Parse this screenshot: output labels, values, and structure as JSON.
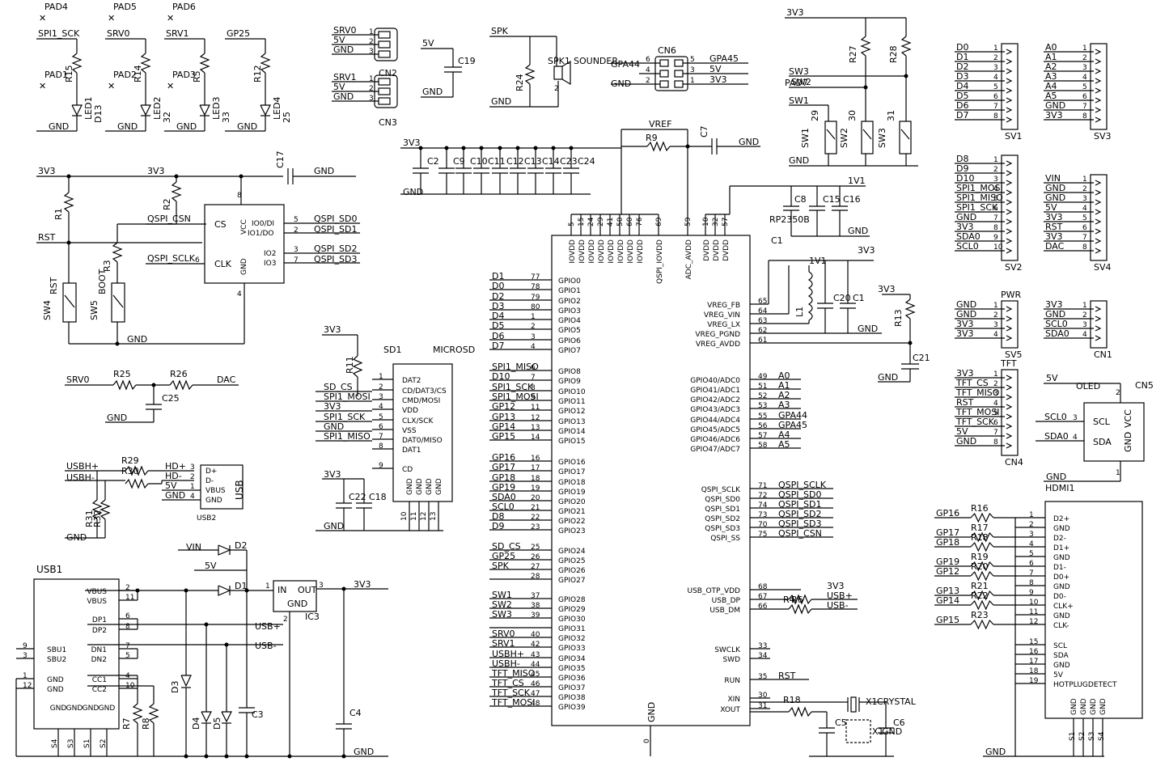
{
  "mcu": {
    "name": "RP2350B",
    "left_pins": [
      {
        "net": "D1",
        "pin": "77",
        "name": "GPIO0"
      },
      {
        "net": "D0",
        "pin": "78",
        "name": "GPIO1"
      },
      {
        "net": "D2",
        "pin": "79",
        "name": "GPIO2"
      },
      {
        "net": "D3",
        "pin": "80",
        "name": "GPIO3"
      },
      {
        "net": "D4",
        "pin": "1",
        "name": "GPIO4"
      },
      {
        "net": "D5",
        "pin": "2",
        "name": "GPIO5"
      },
      {
        "net": "D6",
        "pin": "3",
        "name": "GPIO6"
      },
      {
        "net": "D7",
        "pin": "4",
        "name": "GPIO7"
      },
      {
        "net": "SPI1_MISO",
        "pin": "6",
        "name": "GPIO8"
      },
      {
        "net": "D10",
        "pin": "7",
        "name": "GPIO9"
      },
      {
        "net": "SPI1_SCK",
        "pin": "8",
        "name": "GPIO10"
      },
      {
        "net": "SPI1_MOSI",
        "pin": "9",
        "name": "GPIO11"
      },
      {
        "net": "GP12",
        "pin": "11",
        "name": "GPIO12"
      },
      {
        "net": "GP13",
        "pin": "12",
        "name": "GPIO13"
      },
      {
        "net": "GP14",
        "pin": "13",
        "name": "GPIO14"
      },
      {
        "net": "GP15",
        "pin": "14",
        "name": "GPIO15"
      },
      {
        "net": "GP16",
        "pin": "16",
        "name": "GPIO16"
      },
      {
        "net": "GP17",
        "pin": "17",
        "name": "GPIO17"
      },
      {
        "net": "GP18",
        "pin": "18",
        "name": "GPIO18"
      },
      {
        "net": "GP19",
        "pin": "19",
        "name": "GPIO19"
      },
      {
        "net": "SDA0",
        "pin": "20",
        "name": "GPIO20"
      },
      {
        "net": "SCL0",
        "pin": "21",
        "name": "GPIO21"
      },
      {
        "net": "D8",
        "pin": "22",
        "name": "GPIO22"
      },
      {
        "net": "D9",
        "pin": "23",
        "name": "GPIO23"
      },
      {
        "net": "SD_CS",
        "pin": "25",
        "name": "GPIO24"
      },
      {
        "net": "GP25",
        "pin": "26",
        "name": "GPIO25"
      },
      {
        "net": "SPK",
        "pin": "27",
        "name": "GPIO26"
      },
      {
        "net": "",
        "pin": "28",
        "name": "GPIO27"
      },
      {
        "net": "SW1",
        "pin": "37",
        "name": "GPIO28"
      },
      {
        "net": "SW2",
        "pin": "38",
        "name": "GPIO29"
      },
      {
        "net": "SW3",
        "pin": "39",
        "name": "GPIO30"
      },
      {
        "net": "",
        "pin": "",
        "name": "GPIO31"
      },
      {
        "net": "SRV0",
        "pin": "40",
        "name": "GPIO32"
      },
      {
        "net": "SRV1",
        "pin": "42",
        "name": "GPIO33"
      },
      {
        "net": "USBH+",
        "pin": "43",
        "name": "GPIO34"
      },
      {
        "net": "USBH-",
        "pin": "44",
        "name": "GPIO35"
      },
      {
        "net": "TFT_MISO",
        "pin": "45",
        "name": "GPIO36"
      },
      {
        "net": "TFT_CS",
        "pin": "46",
        "name": "GPIO37"
      },
      {
        "net": "TFT_SCK",
        "pin": "47",
        "name": "GPIO38"
      },
      {
        "net": "TFT_MOSI",
        "pin": "48",
        "name": "GPIO39"
      }
    ],
    "right_adc": [
      {
        "net": "A0",
        "pin": "49",
        "name": "GPIO40/ADC0"
      },
      {
        "net": "A1",
        "pin": "51",
        "name": "GPIO41/ADC1"
      },
      {
        "net": "A2",
        "pin": "52",
        "name": "GPIO42/ADC2"
      },
      {
        "net": "A3",
        "pin": "53",
        "name": "GPIO43/ADC3"
      },
      {
        "net": "GPA44",
        "pin": "55",
        "name": "GPIO44/ADC4"
      },
      {
        "net": "GPA45",
        "pin": "56",
        "name": "GPIO45/ADC5"
      },
      {
        "net": "A4",
        "pin": "57",
        "name": "GPIO46/ADC6"
      },
      {
        "net": "A5",
        "pin": "58",
        "name": "GPIO47/ADC7"
      }
    ],
    "right_qspi": [
      {
        "net": "QSPI_SCLK",
        "pin": "71",
        "name": "QSPI_SCLK"
      },
      {
        "net": "QSPI_SD0",
        "pin": "72",
        "name": "QSPI_SD0"
      },
      {
        "net": "QSPI_SD1",
        "pin": "74",
        "name": "QSPI_SD1"
      },
      {
        "net": "QSPI_SD2",
        "pin": "73",
        "name": "QSPI_SD2"
      },
      {
        "net": "QSPI_SD3",
        "pin": "70",
        "name": "QSPI_SD3"
      },
      {
        "net": "QSPI_CSN",
        "pin": "75",
        "name": "QSPI_SS"
      }
    ],
    "right_vreg": [
      {
        "pin": "65",
        "name": "VREG_FB"
      },
      {
        "pin": "64",
        "name": "VREG_VIN"
      },
      {
        "pin": "63",
        "name": "VREG_LX"
      },
      {
        "pin": "62",
        "name": "VREG_PGND"
      },
      {
        "pin": "61",
        "name": "VREG_AVDD"
      }
    ],
    "right_usb": [
      {
        "net": "3V3",
        "pin": "68",
        "name": "USB_OTP_VDD"
      },
      {
        "net": "USB+",
        "pin": "67",
        "name": "USB_DP"
      },
      {
        "net": "USB-",
        "pin": "66",
        "name": "USB_DM"
      }
    ],
    "right_misc": [
      {
        "net": "",
        "pin": "33",
        "name": "SWCLK"
      },
      {
        "net": "",
        "pin": "34",
        "name": "SWD"
      },
      {
        "net": "RST",
        "pin": "35",
        "name": "RUN"
      },
      {
        "net": "",
        "pin": "30",
        "name": "XIN"
      },
      {
        "net": "",
        "pin": "31",
        "name": "XOUT"
      }
    ],
    "top_pins": [
      {
        "pin": "5",
        "name": "IOVDD"
      },
      {
        "pin": "15",
        "name": "IOVDD"
      },
      {
        "pin": "24",
        "name": "IOVDD"
      },
      {
        "pin": "29",
        "name": "IOVDD"
      },
      {
        "pin": "41",
        "name": "IOVDD"
      },
      {
        "pin": "50",
        "name": "IOVDD"
      },
      {
        "pin": "60",
        "name": "IOVDD"
      },
      {
        "pin": "76",
        "name": "IOVDD"
      },
      {
        "pin": "69",
        "name": "QSPI_IOVDD"
      },
      {
        "pin": "59",
        "name": "ADC_AVDD"
      },
      {
        "pin": "10",
        "name": "DVDD"
      },
      {
        "pin": "32",
        "name": "DVDD"
      },
      {
        "pin": "57",
        "name": "DVDD"
      }
    ],
    "gnd_label": "GND",
    "gnd_pin": "0"
  },
  "leds": [
    {
      "top": "PAD4",
      "net": "SPI1_SCK",
      "pad": "PAD1",
      "r": "R15",
      "led": "LED1",
      "num": "D13",
      "gnd": "GND"
    },
    {
      "top": "PAD5",
      "net": "SRV0",
      "pad": "PAD2",
      "r": "R14",
      "led": "LED2",
      "num": "32",
      "gnd": "GND"
    },
    {
      "top": "PAD6",
      "net": "SRV1",
      "pad": "PAD3",
      "r": "R5",
      "led": "LED3",
      "num": "33",
      "gnd": "GND"
    },
    {
      "top": "",
      "net": "GP25",
      "pad": "",
      "r": "R12",
      "led": "LED4",
      "num": "25",
      "gnd": "GND"
    }
  ],
  "servo_headers": [
    {
      "name": "CN2",
      "nets": [
        "SRV0",
        "5V",
        "GND"
      ],
      "pins": [
        "1",
        "2",
        "3"
      ]
    },
    {
      "name": "CN3",
      "nets": [
        "SRV1",
        "5V",
        "GND"
      ],
      "pins": [
        "1",
        "2",
        "3"
      ]
    }
  ],
  "c19": {
    "name": "C19",
    "vcc": "5V",
    "gnd": "GND"
  },
  "speaker": {
    "net": "SPK",
    "r": "R24",
    "name": "SPK1",
    "label": "SOUNDER",
    "gnd": "GND",
    "pins": [
      "1",
      "2"
    ]
  },
  "cn6": {
    "name": "CN6",
    "left_nets": [
      "GPA44",
      "",
      "GND"
    ],
    "left_pins": [
      "6",
      "4",
      "2"
    ],
    "right_nets": [
      "GPA45",
      "5V",
      "3V3"
    ],
    "right_pins": [
      "5",
      "3",
      "1"
    ]
  },
  "decoupling": {
    "rail": "3V3",
    "gnd": "GND",
    "caps": [
      "C2",
      "C9",
      "C10",
      "C11",
      "C12",
      "C13",
      "C14",
      "C23",
      "C24"
    ]
  },
  "vref": {
    "net": "VREF",
    "r": "R9",
    "c": "C7",
    "gnd": "GND"
  },
  "switches": {
    "rail": "3V3",
    "nets": [
      "SW3",
      "SW2",
      "SW1"
    ],
    "pad": "PAD7",
    "gnd": "GND",
    "items": [
      {
        "name": "SW1",
        "r": "R27",
        "num": "29"
      },
      {
        "name": "SW2",
        "r": "R28",
        "num": "30"
      },
      {
        "name": "SW3",
        "r": "",
        "num": "31"
      }
    ],
    "pins": [
      "1",
      "2",
      "3",
      "4"
    ]
  },
  "dvdd": {
    "net": "1V1",
    "caps": [
      "C8",
      "C15",
      "C16"
    ],
    "gnd": "GND",
    "chip": "RP2350B",
    "c1": "C1"
  },
  "vreg": {
    "rail": "3V3",
    "inductor": "L1",
    "net": "1V1",
    "caps": [
      "C20",
      "C1"
    ],
    "gnd": "GND",
    "r": "R13",
    "c21": "C21",
    "gnd2": "GND",
    "rail2": "3V3"
  },
  "flash": {
    "rail": "3V3",
    "r1": "R1",
    "r2": "R2",
    "r3": "R3",
    "c17": "C17",
    "gnd": "GND",
    "rst": "RST",
    "csn": "QSPI_CSN",
    "sclk": "QSPI_SCLK",
    "pins_left": [
      "CS",
      "CLK"
    ],
    "vcc": "VCC",
    "gndp": "GND",
    "io": [
      "IO0/DI",
      "IO1/DO",
      "IO2",
      "IO3"
    ],
    "nets": [
      "QSPI_SD0",
      "QSPI_SD1",
      "QSPI_SD2",
      "QSPI_SD3"
    ],
    "nums": [
      "5",
      "2",
      "3",
      "7"
    ],
    "top": "8",
    "bot": "4",
    "clk": "6",
    "sw4": "SW4",
    "sw4lab": "RST",
    "sw5": "SW5",
    "sw5lab": "BOOT",
    "gnd2": "GND",
    "swpins": [
      "1",
      "2",
      "3",
      "4"
    ]
  },
  "dac": {
    "in": "SRV0",
    "r1": "R25",
    "r2": "R26",
    "out": "DAC",
    "c": "C25",
    "gnd": "GND"
  },
  "usbh": {
    "p": "USBH+",
    "m": "USBH-",
    "r29": "R29",
    "r30": "R30",
    "r31": "R31",
    "r32": "R32",
    "gnd": "GND",
    "name": "USB",
    "sub": "USB2",
    "nets": [
      "HD+",
      "HD-",
      "5V",
      "GND"
    ],
    "pins": [
      "3",
      "2",
      "1",
      "4"
    ],
    "labels": [
      "D+",
      "D-",
      "VBUS",
      "GND"
    ]
  },
  "sd": {
    "name": "SD1",
    "label": "MICROSD",
    "rail": "3V3",
    "r": "R11",
    "gnd": "GND",
    "c22": "C22",
    "c18": "C18",
    "nets": [
      "SD_CS",
      "SPI1_MOSI",
      "3V3",
      "SPI1_SCK",
      "GND",
      "SPI1_MISO"
    ],
    "pins": [
      "1",
      "2",
      "3",
      "4",
      "5",
      "6",
      "7",
      "8",
      "9"
    ],
    "labels": [
      "DAT2",
      "CD/DAT3/CS",
      "CMD/MOSI",
      "VDD",
      "CLX/SCK",
      "VSS",
      "DAT0/MISO",
      "DAT1",
      "CD"
    ],
    "gnds": [
      "GND",
      "GND",
      "GND",
      "GND"
    ],
    "gnd_pins": [
      "10",
      "11",
      "12",
      "13"
    ]
  },
  "power": {
    "vin": "VIN",
    "d2": "D2",
    "five": "5V",
    "d1": "D1",
    "ic": "IC3",
    "in": "IN",
    "out": "OUT",
    "gndp": "GND",
    "rail": "3V3",
    "c3": "C3",
    "c4": "C4",
    "gnd": "GND",
    "usbp": "USB+",
    "usbm": "USB-",
    "d3": "D3",
    "d4": "D4",
    "d5": "D5",
    "r7": "R7",
    "r8": "R8",
    "pins": [
      "1",
      "3",
      "2"
    ]
  },
  "usb1": {
    "name": "USB1",
    "right": [
      {
        "l": "VBUS",
        "p": "2"
      },
      {
        "l": "VBUS",
        "p": "11"
      },
      {
        "l": "DP1",
        "p": "6"
      },
      {
        "l": "DP2",
        "p": "8"
      },
      {
        "l": "DN1",
        "p": "7"
      },
      {
        "l": "DN2",
        "p": "5"
      },
      {
        "l": "CC1",
        "p": "4"
      },
      {
        "l": "CC2",
        "p": "10"
      }
    ],
    "left": [
      {
        "l": "SBU1",
        "p": "9"
      },
      {
        "l": "SBU2",
        "p": "3"
      },
      {
        "l": "GND",
        "p": "1"
      },
      {
        "l": "GND",
        "p": "12"
      }
    ],
    "bottom": [
      "GND",
      "GND",
      "GND",
      "GND"
    ],
    "shield": [
      "S4",
      "S3",
      "S1",
      "S2"
    ]
  },
  "headers_right": {
    "sv1": {
      "name": "SV1",
      "nets": [
        "D0",
        "D1",
        "D2",
        "D3",
        "D4",
        "D5",
        "D6",
        "D7"
      ]
    },
    "sv3": {
      "name": "SV3",
      "nets": [
        "A0",
        "A1",
        "A2",
        "A3",
        "A4",
        "A5",
        "GND",
        "3V3"
      ]
    },
    "sv2": {
      "name": "SV2",
      "nets": [
        "D8",
        "D9",
        "D10",
        "SPI1_MOSI",
        "SPI1_MISO",
        "SPI1_SCK",
        "GND",
        "3V3",
        "SDA0",
        "SCL0"
      ]
    },
    "sv4": {
      "name": "SV4",
      "nets": [
        "VIN",
        "GND",
        "GND",
        "5V",
        "3V3",
        "RST",
        "3V3",
        "DAC"
      ]
    },
    "sv5": {
      "name": "SV5",
      "label": "PWR",
      "nets": [
        "GND",
        "GND",
        "3V3",
        "3V3"
      ]
    },
    "cn1": {
      "name": "CN1",
      "nets": [
        "3V3",
        "GND",
        "SCL0",
        "SDA0"
      ]
    },
    "cn4": {
      "name": "CN4",
      "label": "TFT",
      "nets": [
        "3V3",
        "TFT_CS",
        "TFT_MISO",
        "RST",
        "TFT_MOSI",
        "TFT_SCK",
        "5V",
        "GND"
      ]
    }
  },
  "oled": {
    "name": "CN5",
    "label": "OLED",
    "nets": [
      "5V",
      "SCL0",
      "SDA0",
      "GND"
    ],
    "pins": [
      "2",
      "3",
      "4",
      "1"
    ],
    "labels": [
      "SCL",
      "SDA",
      "GND",
      "VCC"
    ]
  },
  "hdmi": {
    "name": "HDMI1",
    "gnd": "GND",
    "nets": [
      "GP16",
      "GP17",
      "GP18",
      "GP19",
      "GP12",
      "GP13",
      "GP14",
      "GP15"
    ],
    "res": [
      "R16",
      "R17",
      "R18",
      "R19",
      "R20",
      "R21",
      "R22",
      "R23"
    ],
    "pins": [
      "1",
      "2",
      "3",
      "4",
      "5",
      "6",
      "7",
      "8",
      "9",
      "10",
      "11",
      "12",
      "15",
      "16",
      "17",
      "18",
      "19"
    ],
    "labels": [
      "D2+",
      "GND",
      "D2-",
      "D1+",
      "GND",
      "D1-",
      "D0+",
      "GND",
      "D0-",
      "CLK+",
      "GND",
      "CLK-",
      "SCL",
      "SDA",
      "GND",
      "5V",
      "HOTPLUGDETECT"
    ],
    "bottom": [
      "GND",
      "GND",
      "GND",
      "GND"
    ],
    "shield": [
      "S1",
      "S2",
      "S3",
      "S4"
    ]
  },
  "crystal": {
    "r": "R18",
    "x": "X1",
    "label": "CRYSTAL",
    "c5": "C5",
    "c6": "C6",
    "gnd": "GND",
    "xtal": "X1"
  },
  "usb_r": {
    "r": "R4",
    "r6": "R6"
  }
}
